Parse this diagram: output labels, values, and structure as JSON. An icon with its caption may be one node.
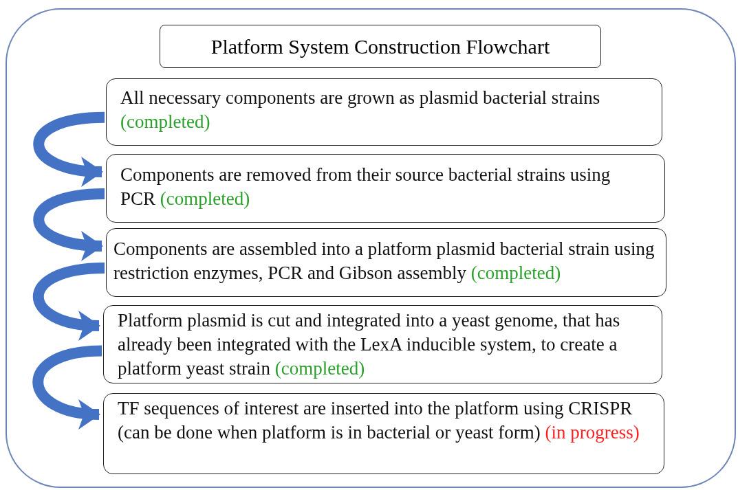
{
  "diagram": {
    "title": "Platform System Construction Flowchart",
    "nodes": [
      {
        "text": [],
        "shape": "box"
      },
      {
        "text": [
          "All necessary components are grown as plasmid bacterial strains",
          "(completed)"
        ],
        "in": 0
      },
      {
        "text": [
          "Components are removed from their source bacterial strains using PCR",
          "(completed)"
        ],
        "in": 0
      },
      {
        "text": [
          "Components are assembled into a platform plasmid bacterial strain using restriction enzymes, PCR and Gibson assembly",
          "(completed)"
        ],
        "in": 0
      },
      {
        "text": [
          "Platform plasmid is cut and integrated into a yeast genome, that has already been integrated with the LexA inducible system, to create a platform yeast strain",
          "(completed)"
        ],
        "in": 0
      },
      {
        "text": [
          "TF sequences of interest are inserted into the platform using CRISPR (can be done when platform is in bacterial or yeast form)",
          "(in progress)"
        ],
        "in": 0
      }
    ],
    "edges": [
      {
        "from": 1,
        "to": 2,
        "arrow": "to"
      },
      {
        "from": 2,
        "to": 3,
        "arrow": "to"
      },
      {
        "from": 3,
        "to": 4,
        "arrow": "to"
      },
      {
        "from": 4,
        "to": 5,
        "arrow": "to"
      }
    ]
  }
}
